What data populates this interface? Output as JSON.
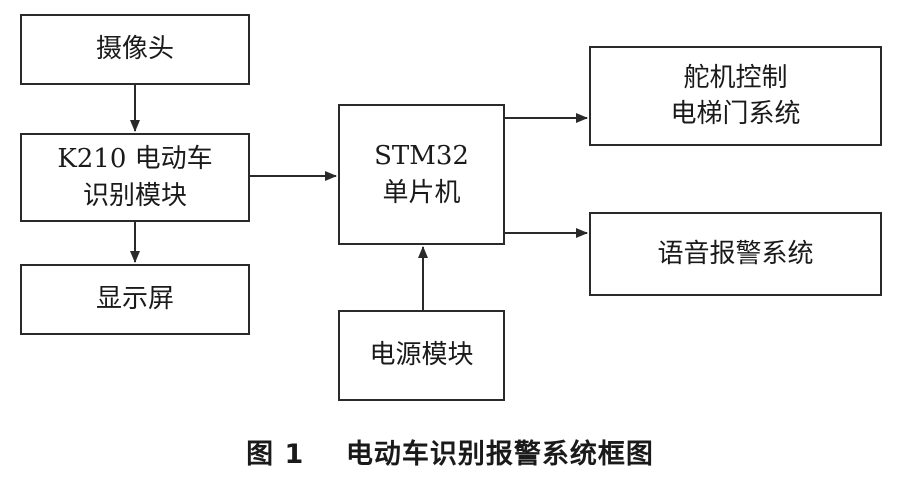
{
  "diagram": {
    "camera": "摄像头",
    "recognition": [
      "K210 电动车",
      "识别模块"
    ],
    "display": "显示屏",
    "mcu": [
      "STM32",
      "单片机"
    ],
    "power": "电源模块",
    "elevator": [
      "舵机控制",
      "电梯门系统"
    ],
    "voice": "语音报警系统"
  },
  "caption": {
    "number": "图 1",
    "title": "电动车识别报警系统框图"
  },
  "colors": {
    "line": "#2a2a2a",
    "text": "#1a1a1a",
    "background": "#ffffff"
  }
}
